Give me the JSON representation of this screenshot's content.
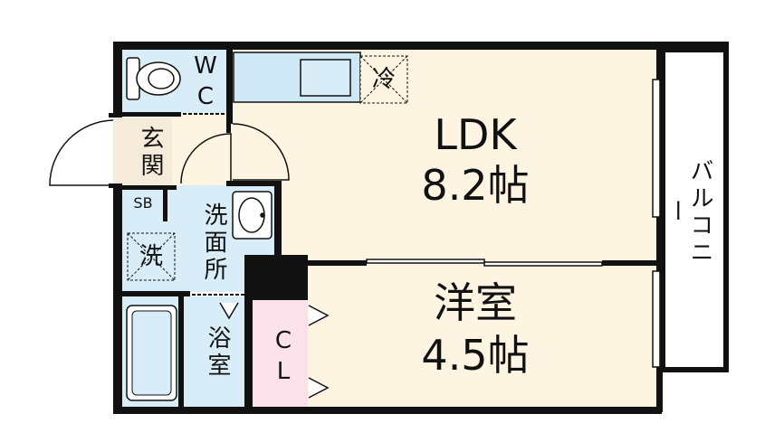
{
  "rooms": {
    "ldk": {
      "name": "LDK",
      "size": "8.2帖"
    },
    "western": {
      "name": "洋室",
      "size": "4.5帖"
    },
    "wc": "WC",
    "entrance": "玄関",
    "shoe_box": "SB",
    "washroom": "洗面所",
    "washer": "洗",
    "bath": "浴室",
    "closet": "CL",
    "fridge": "冷",
    "balcony": "バルコニー"
  },
  "colors": {
    "floor": "#fdf4e2",
    "wet_area": "#d9edf8",
    "entrance": "#f6ead8",
    "closet": "#fbe2ea",
    "wall": "#111111",
    "fixture": "#cfe8f5"
  }
}
